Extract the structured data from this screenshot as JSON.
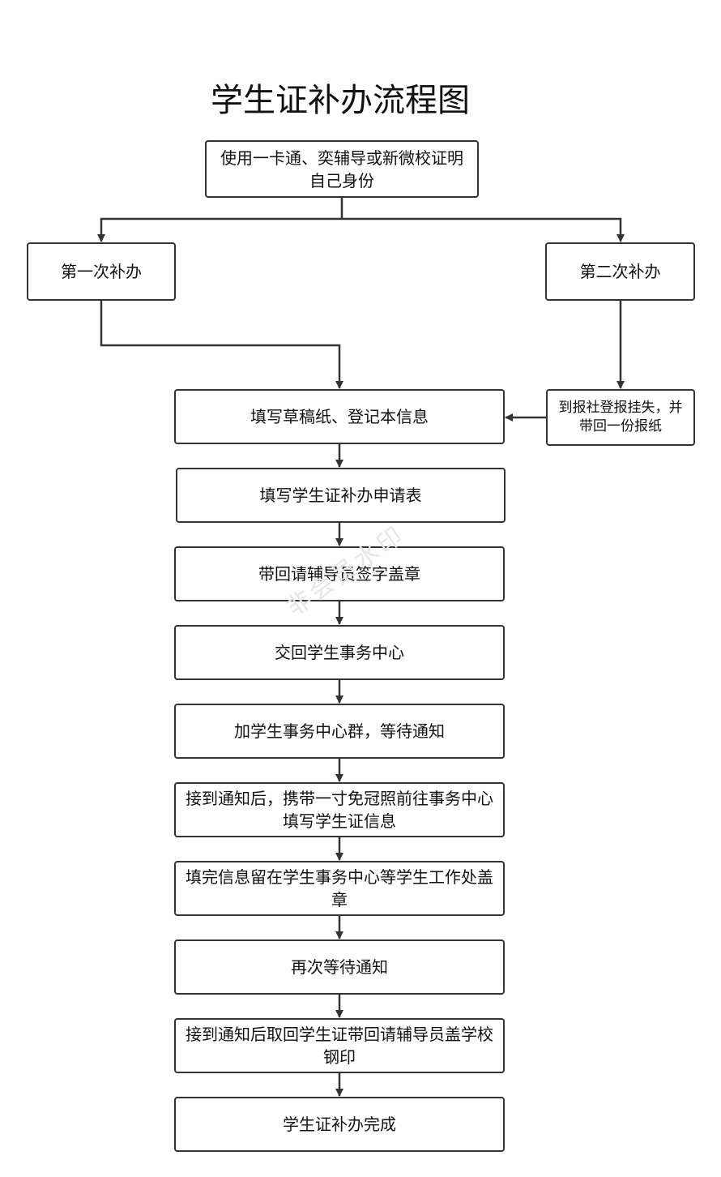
{
  "title": "学生证补办流程图",
  "watermark": "非会员水印",
  "nodes": {
    "verify": "使用一卡通、奕辅导或新微校证明自己身份",
    "first": "第一次补办",
    "second": "第二次补办",
    "newspaper": "到报社登报挂失，并带回一份报纸",
    "draft": "填写草稿纸、登记本信息",
    "form": "填写学生证补办申请表",
    "stamp": "带回请辅导员签字盖章",
    "submit": "交回学生事务中心",
    "group": "加学生事务中心群，等待通知",
    "photo": "接到通知后，携带一寸免冠照前往事务中心填写学生证信息",
    "office": "填完信息留在学生事务中心等学生工作处盖章",
    "wait": "再次等待通知",
    "collect": "接到通知后取回学生证带回请辅导员盖学校钢印",
    "done": "学生证补办完成"
  }
}
